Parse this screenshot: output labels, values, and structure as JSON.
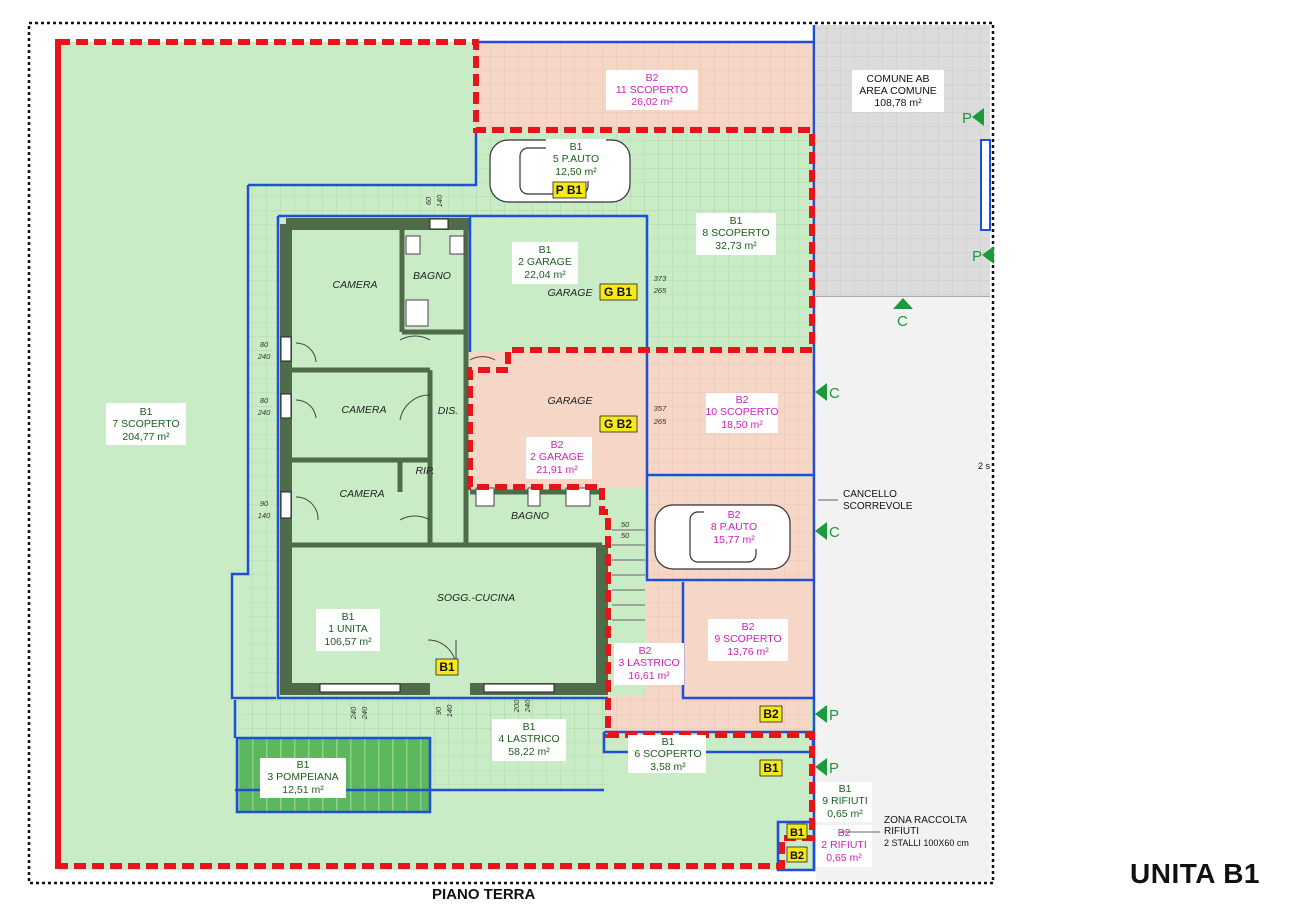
{
  "drawing": {
    "title": "UNITA B1",
    "floor": "PIANO TERRA"
  },
  "areas": {
    "b1_7": {
      "code": "B1",
      "name": "7 SCOPERTO",
      "area": "204,77 m²"
    },
    "b2_11": {
      "code": "B2",
      "name": "11 SCOPERTO",
      "area": "26,02 m²"
    },
    "comune": {
      "code": "COMUNE AB",
      "name": "AREA COMUNE",
      "area": "108,78 m²"
    },
    "b1_5": {
      "code": "B1",
      "name": "5 P.AUTO",
      "area": "12,50 m²"
    },
    "b1_8": {
      "code": "B1",
      "name": "8 SCOPERTO",
      "area": "32,73 m²"
    },
    "b1_2": {
      "code": "B1",
      "name": "2 GARAGE",
      "area": "22,04 m²"
    },
    "b2_10": {
      "code": "B2",
      "name": "10 SCOPERTO",
      "area": "18,50 m²"
    },
    "b2_2": {
      "code": "B2",
      "name": "2 GARAGE",
      "area": "21,91 m²"
    },
    "b2_8": {
      "code": "B2",
      "name": "8 P.AUTO",
      "area": "15,77 m²"
    },
    "b1_1": {
      "code": "B1",
      "name": "1 UNITA",
      "area": "106,57 m²"
    },
    "b2_9": {
      "code": "B2",
      "name": "9 SCOPERTO",
      "area": "13,76 m²"
    },
    "b2_3": {
      "code": "B2",
      "name": "3 LASTRICO",
      "area": "16,61 m²"
    },
    "b1_4": {
      "code": "B1",
      "name": "4 LASTRICO",
      "area": "58,22 m²"
    },
    "b1_6": {
      "code": "B1",
      "name": "6 SCOPERTO",
      "area": "3,58 m²"
    },
    "b1_3": {
      "code": "B1",
      "name": "3 POMPEIANA",
      "area": "12,51 m²"
    },
    "b1_9": {
      "code": "B1",
      "name": "9 RIFIUTI",
      "area": "0,65 m²"
    },
    "b2_2r": {
      "code": "B2",
      "name": "2 RIFIUTI",
      "area": "0,65 m²"
    }
  },
  "rooms": {
    "camera": "CAMERA",
    "bagno": "BAGNO",
    "garage": "GARAGE",
    "dis": "DIS.",
    "rip": "RIP.",
    "sogg": "SOGG.-CUCINA"
  },
  "tags": {
    "pb1": "P B1",
    "gb1": "G B1",
    "gb2": "G B2",
    "b1": "B1",
    "b2": "B2"
  },
  "dims": {
    "d60": "60",
    "d140": "140",
    "d80": "80",
    "d240": "240",
    "d90": "90",
    "d373": "373",
    "d265": "265",
    "d357": "357",
    "d50": "50",
    "d200": "200"
  },
  "notes": {
    "cancello_1": "CANCELLO",
    "cancello_2": "SCORREVOLE",
    "zona_1": "ZONA RACCOLTA",
    "zona_2": "RIFIUTI",
    "zona_3": "2 STALLI 100X60 cm",
    "edge_mark": "2 s"
  },
  "markers": {
    "p": "P",
    "c": "C"
  },
  "colors": {
    "green_fill": "#c9ebc6",
    "salmon_fill": "#f6d6c6",
    "grey_fill": "#dcdcdc",
    "blue_line": "#1e4fd6",
    "red_dash": "#e8141c",
    "wall": "#4f6b4a",
    "b1_text": "#1a5f1a",
    "b2_text": "#d01fb8",
    "tag_yellow": "#f7e81c",
    "pompeiana": "#5cb85c"
  }
}
